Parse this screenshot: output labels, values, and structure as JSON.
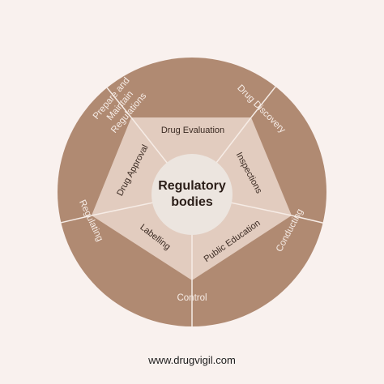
{
  "center": {
    "line1": "Regulatory",
    "line2": "bodies"
  },
  "outer_ring": [
    {
      "label_lines": [
        "Prepare and",
        "Maintain",
        "Regulations"
      ]
    },
    {
      "label_lines": [
        "Drug Discovery"
      ]
    },
    {
      "label_lines": [
        "Conducting"
      ]
    },
    {
      "label_lines": [
        "Control"
      ]
    },
    {
      "label_lines": [
        "Regulating"
      ]
    }
  ],
  "inner_pentagon": [
    {
      "label": "Drug Evaluation"
    },
    {
      "label": "Inspections"
    },
    {
      "label": "Public Education"
    },
    {
      "label": "Labelling"
    },
    {
      "label": "Drug Approval"
    }
  ],
  "footer": {
    "url": "www.drugvigil.com"
  },
  "colors": {
    "background": "#f9f1ee",
    "ring": "#b08a72",
    "pentagon": "#e2ccbf",
    "center": "#ece5df",
    "divider": "#f6ece6"
  }
}
